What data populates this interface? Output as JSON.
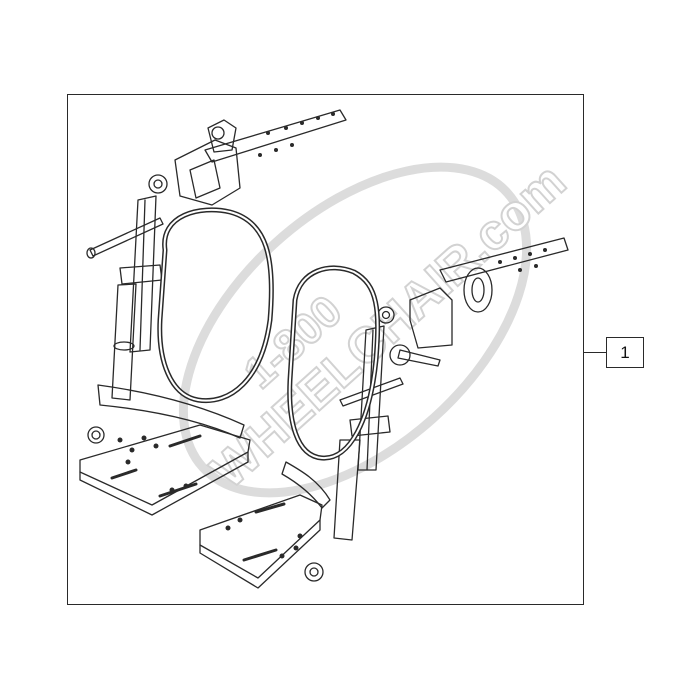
{
  "callout": {
    "label": "1"
  },
  "watermark": {
    "line1": "1-800",
    "line2": "WHEELCHAIR.com"
  },
  "colors": {
    "line": "#2a2a2a",
    "watermark": "#d9d9d9"
  }
}
